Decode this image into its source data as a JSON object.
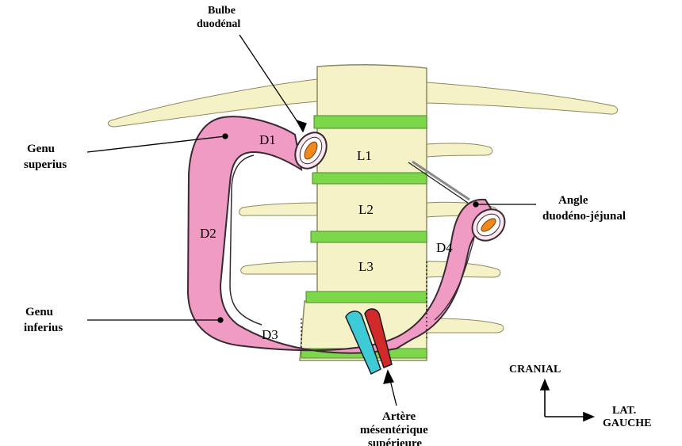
{
  "colors": {
    "bone": "#f5f2c8",
    "bone_stroke": "#8c8a5e",
    "disc": "#7cd84a",
    "duodenum": "#ef9bc3",
    "duodenum_stroke": "#3a2a33",
    "lumen": "#f08a1e",
    "vein": "#3ecbd6",
    "artery": "#d22a2a"
  },
  "labels": {
    "bulbe": [
      "Bulbe",
      "duodénal"
    ],
    "genu_superius": [
      "Genu",
      "superius"
    ],
    "genu_inferius": [
      "Genu",
      "inferius"
    ],
    "angle": [
      "Angle",
      "duodéno-jéjunal"
    ],
    "artere": [
      "Artère",
      "mésentérique",
      "supérieure"
    ],
    "cranial": "CRANIAL",
    "lat_gauche": [
      "LAT.",
      "GAUCHE"
    ]
  },
  "vertebrae": {
    "l1": "L1",
    "l2": "L2",
    "l3": "L3"
  },
  "segments": {
    "d1": "D1",
    "d2": "D2",
    "d3": "D3",
    "d4": "D4"
  }
}
